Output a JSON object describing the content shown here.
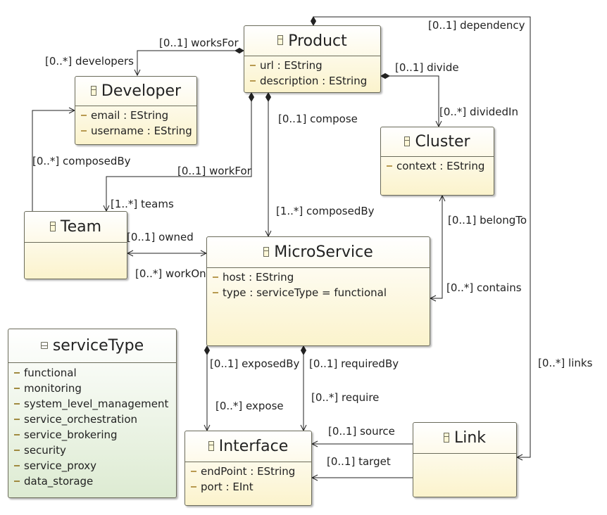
{
  "classes": {
    "product": {
      "name": "Product",
      "attributes": [
        "url : EString",
        "description : EString"
      ]
    },
    "developer": {
      "name": "Developer",
      "attributes": [
        "email : EString",
        "username : EString"
      ]
    },
    "cluster": {
      "name": "Cluster",
      "attributes": [
        "context : EString"
      ]
    },
    "team": {
      "name": "Team",
      "attributes": []
    },
    "microservice": {
      "name": "MicroService",
      "attributes": [
        "host : EString",
        "type : serviceType = functional"
      ]
    },
    "interface": {
      "name": "Interface",
      "attributes": [
        "endPoint : EString",
        "port : EInt"
      ]
    },
    "link": {
      "name": "Link",
      "attributes": []
    }
  },
  "enumeration": {
    "name": "serviceType",
    "literals": [
      "functional",
      "monitoring",
      "system_level_management",
      "service_orchestration",
      "service_brokering",
      "security",
      "service_proxy",
      "data_storage"
    ]
  },
  "references": {
    "works_for": "[0..1] worksFor",
    "developers": "[0..*] developers",
    "dependency": "[0..1] dependency",
    "divide": "[0..1] divide",
    "divided_in": "[0..*] dividedIn",
    "compose": "[0..1] compose",
    "composed_by_dev": "[0..*] composedBy",
    "work_for": "[0..1] workFor",
    "teams": "[1..*] teams",
    "composed_by_ms": "[1..*] composedBy",
    "belong_to": "[0..1] belongTo",
    "owned": "[0..1] owned",
    "work_on": "[0..*] workOn",
    "contains": "[0..*] contains",
    "exposed_by": "[0..1] exposedBy",
    "required_by": "[0..1] requiredBy",
    "expose": "[0..*] expose",
    "require": "[0..*] require",
    "links": "[0..*] links",
    "source": "[0..1] source",
    "target": "[0..1] target"
  }
}
